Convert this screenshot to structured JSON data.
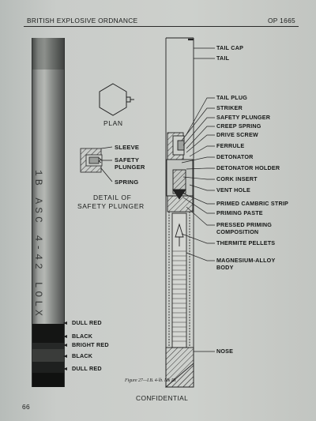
{
  "header": {
    "left": "BRITISH EXPLOSIVE ORDNANCE",
    "right": "OP 1665"
  },
  "photo": {
    "stencil_text": "1B ASC 4-42 LOLX",
    "band_labels": [
      "DULL RED",
      "BLACK",
      "BRIGHT RED",
      "BLACK",
      "DULL RED"
    ]
  },
  "plan_label": "PLAN",
  "detail": {
    "labels": [
      "SLEEVE",
      "SAFETY",
      "PLUNGER",
      "SPRING"
    ],
    "title_line1": "DETAIL OF",
    "title_line2": "SAFETY PLUNGER"
  },
  "section_labels": [
    "TAIL CAP",
    "TAIL",
    "TAIL PLUG",
    "STRIKER",
    "SAFETY PLUNGER",
    "CREEP SPRING",
    "DRIVE SCREW",
    "FERRULE",
    "DETONATOR",
    "DETONATOR HOLDER",
    "CORK INSERT",
    "VENT HOLE",
    "PRIMED CAMBRIC STRIP",
    "PRIMING PASTE",
    "PRESSED PRIMING",
    "COMPOSITION",
    "THERMITE PELLETS",
    "MAGNESIUM-ALLOY",
    "BODY",
    "NOSE"
  ],
  "caption": "Figure 27—I.B. 4-lb. Mk III",
  "footer": {
    "page_number": "66",
    "center": "CONFIDENTIAL"
  }
}
